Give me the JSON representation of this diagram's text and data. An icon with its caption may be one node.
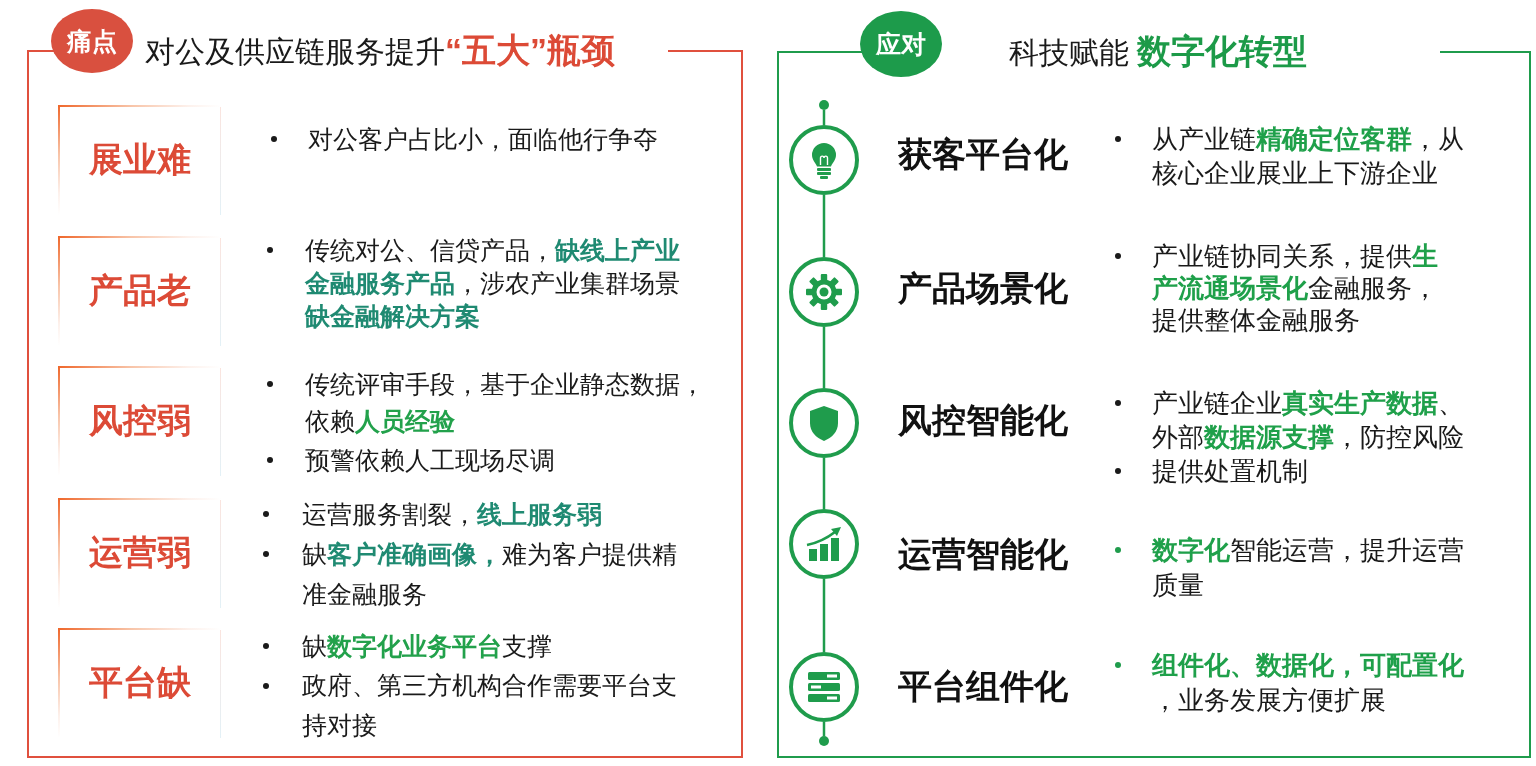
{
  "diagram": {
    "nodes": [
      {
        "text": [
          "痛点"
        ]
      },
      {
        "text": [
          "对公及供应链服务提升**“五大”瓶颈**"
        ]
      },
      {
        "text": [
          "展业难"
        ],
        "in": 1,
        "beside": [
          "对公客户占比小，面临他行争夺"
        ]
      },
      {
        "text": [
          "产品老"
        ],
        "in": 1,
        "beside": [
          "传统对公、信贷产品，**缺线上产业金融服务产品**，涉农产业集群场景**缺金融解决方案**"
        ]
      },
      {
        "text": [
          "风控弱"
        ],
        "in": 1,
        "beside": [
          "传统评审手段，基于企业静态数据，依赖**人员经验**",
          "预警依赖人工现场尽调"
        ]
      },
      {
        "text": [
          "运营弱"
        ],
        "in": 1,
        "beside": [
          "运营服务割裂，**线上服务弱**",
          "缺**客户准确画像，**难为客户提供精准金融服务"
        ]
      },
      {
        "text": [
          "平台缺"
        ],
        "in": 1,
        "beside": [
          "缺**数字化业务平台**支撑",
          "政府、第三方机构合作需要平台支持对接"
        ]
      },
      {
        "text": [
          "应对"
        ]
      },
      {
        "text": [
          "科技赋能 **数字化转型**"
        ]
      },
      {
        "text": [],
        "shape": "circle",
        "in": 8
      },
      {
        "text": [],
        "shape": "circle",
        "in": 8,
        "beside": [
          "获客平台化",
          "从产业链**精确定位客群**，从核心企业展业上下游企业"
        ]
      },
      {
        "text": [],
        "shape": "circle",
        "in": 8,
        "beside": [
          "产品场景化",
          "产业链协同关系，提供**生产流通场景化**金融服务，提供整体金融服务"
        ]
      },
      {
        "text": [],
        "shape": "circle",
        "in": 8,
        "beside": [
          "风控智能化",
          "产业链企业**真实生产数据**、外部**数据源支撑**，防控风险",
          "提供处置机制"
        ]
      },
      {
        "text": [],
        "shape": "circle",
        "in": 8,
        "beside": [
          "运营智能化",
          "**数字化**智能运营，提升运营质量"
        ]
      },
      {
        "text": [],
        "shape": "circle",
        "in": 8,
        "beside": [
          "平台组件化",
          "**组件化、数据化，可配置化**，业务发展方便扩展"
        ]
      },
      {
        "text": [],
        "shape": "circle",
        "in": 8
      }
    ],
    "edges": [
      {
        "from": 9,
        "to": 10,
        "arrow": "none"
      },
      {
        "from": 10,
        "to": 11,
        "arrow": "none"
      },
      {
        "from": 11,
        "to": 12,
        "arrow": "none"
      },
      {
        "from": 12,
        "to": 13,
        "arrow": "none"
      },
      {
        "from": 13,
        "to": 14,
        "arrow": "none"
      },
      {
        "from": 14,
        "to": 15,
        "arrow": "none"
      }
    ]
  }
}
